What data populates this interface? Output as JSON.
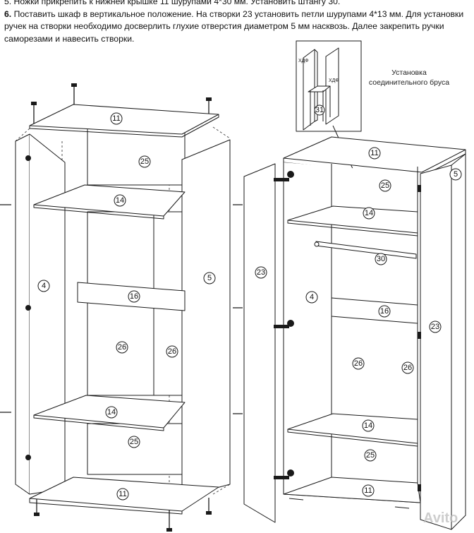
{
  "instructions": {
    "step5_text": "5. Ножки прикрепить к нижней крышке 11 шурупами 4*30 мм. Установить штангу 30.",
    "step6_number": "6.",
    "step6_text": "Поставить шкаф в вертикальное положение. На створки 23 установить петли шурупами 4*13 мм. Для установки ручек на створки необходимо досверлить глухие отверстия диаметром 5 мм насквозь. Далее закрепить ручки саморезами и навесить створки."
  },
  "inset": {
    "caption_line1": "Установка",
    "caption_line2": "соединительного бруса",
    "material_label_1": "ХДФ",
    "material_label_2": "ХДФ",
    "part": "31"
  },
  "exploded_view": {
    "top_cover": "11",
    "back_upper": "25",
    "shelf_upper": "14",
    "left_side": "4",
    "right_side": "5",
    "crossbar": "16",
    "back_left": "26",
    "back_right": "26",
    "shelf_lower": "14",
    "back_lower": "25",
    "bottom_cover": "11"
  },
  "assembled_view": {
    "top_cover": "11",
    "right_side": "5",
    "back_upper": "25",
    "shelf_upper": "14",
    "rod": "30",
    "left_side": "4",
    "crossbar": "16",
    "door_left": "23",
    "door_right": "23",
    "back_left": "26",
    "back_right": "26",
    "shelf_lower": "14",
    "back_lower": "25",
    "bottom_cover": "11"
  },
  "watermark": "Avito",
  "colors": {
    "line": "#1a1a1a",
    "panel_fill": "#ffffff",
    "watermark": "#bdbdbd"
  }
}
